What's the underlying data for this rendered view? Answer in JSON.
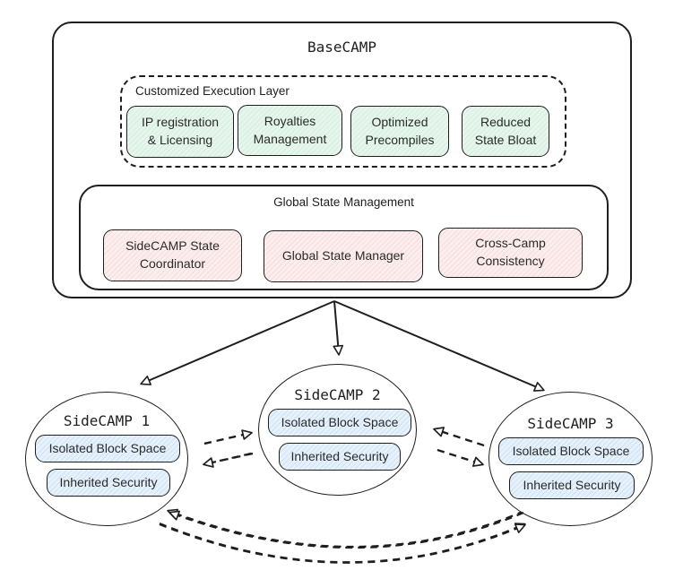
{
  "basecamp": {
    "title": "BaseCAMP",
    "execution_layer": {
      "label": "Customized Execution Layer",
      "items": [
        {
          "line1": "IP registration",
          "line2": "& Licensing"
        },
        {
          "line1": "Royalties",
          "line2": "Management"
        },
        {
          "line1": "Optimized",
          "line2": "Precompiles"
        },
        {
          "line1": "Reduced",
          "line2": "State Bloat"
        }
      ]
    },
    "global_state": {
      "label": "Global State Management",
      "items": [
        {
          "line1": "SideCAMP State",
          "line2": "Coordinator"
        },
        {
          "line1": "Global State Manager",
          "line2": ""
        },
        {
          "line1": "Cross-Camp",
          "line2": "Consistency"
        }
      ]
    }
  },
  "sidecamps": [
    {
      "title": "SideCAMP 1",
      "items": [
        "Isolated Block Space",
        "Inherited Security"
      ]
    },
    {
      "title": "SideCAMP 2",
      "items": [
        "Isolated Block Space",
        "Inherited Security"
      ]
    },
    {
      "title": "SideCAMP 3",
      "items": [
        "Isolated Block Space",
        "Inherited Security"
      ]
    }
  ],
  "connections": [
    {
      "from": "BaseCAMP",
      "to": "SideCAMP 1",
      "style": "solid"
    },
    {
      "from": "BaseCAMP",
      "to": "SideCAMP 2",
      "style": "solid"
    },
    {
      "from": "BaseCAMP",
      "to": "SideCAMP 3",
      "style": "solid"
    },
    {
      "from": "SideCAMP 1",
      "to": "SideCAMP 2",
      "style": "dashed",
      "bidirectional": true
    },
    {
      "from": "SideCAMP 2",
      "to": "SideCAMP 3",
      "style": "dashed",
      "bidirectional": true
    },
    {
      "from": "SideCAMP 1",
      "to": "SideCAMP 3",
      "style": "dashed",
      "bidirectional": true
    }
  ],
  "colors": {
    "stroke": "#1e1e1e",
    "execution_fill": "#d3eedd",
    "state_fill": "#f6dcdc",
    "sidecamp_fill": "#cde3f4"
  }
}
